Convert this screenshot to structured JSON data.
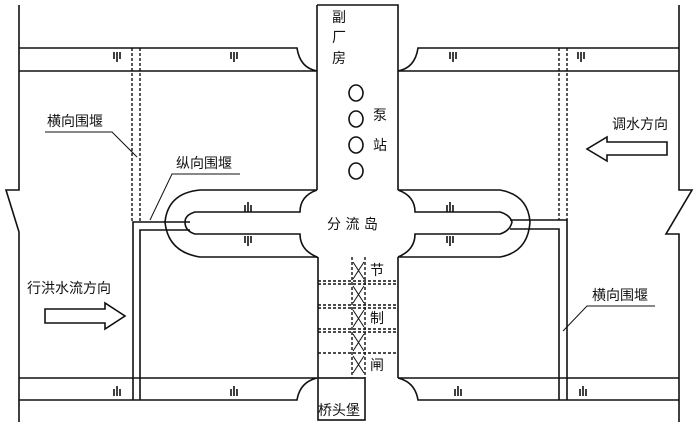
{
  "labels": {
    "aux_powerhouse": [
      "副",
      "厂",
      "房"
    ],
    "pump_station": [
      "泵",
      "站"
    ],
    "diversion_island": "分 流 岛",
    "regulating_gate": [
      "节",
      "制",
      "闸"
    ],
    "bridgehead": "桥头堡",
    "transverse_cofferdam_left": "横向围堰",
    "transverse_cofferdam_right": "横向围堰",
    "longitudinal_cofferdam": "纵向围堰",
    "flood_flow_direction": "行洪水流方向",
    "transfer_direction": "调水方向"
  }
}
